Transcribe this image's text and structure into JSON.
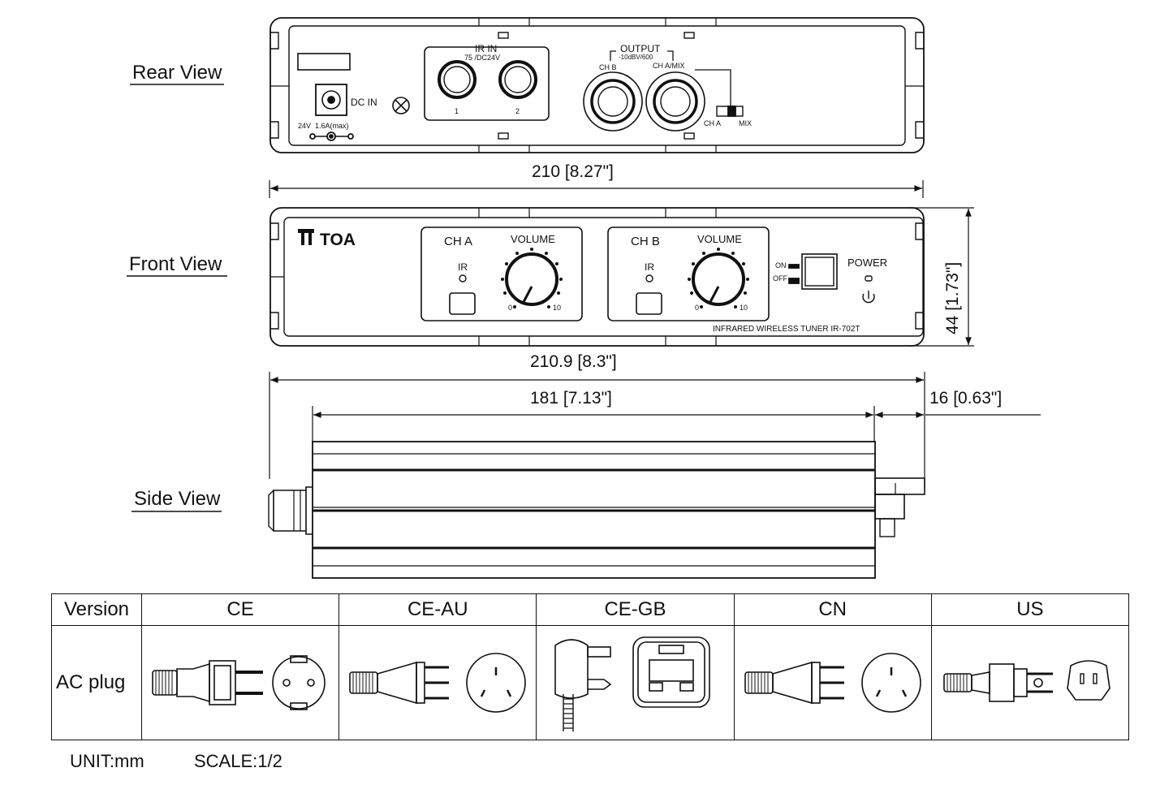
{
  "views": {
    "rear_label": "Rear View",
    "front_label": "Front View",
    "side_label": "Side View"
  },
  "rear": {
    "dc_in": "DC IN",
    "dc_rating_v": "24V",
    "dc_rating_a": "1.6A(max)",
    "ir_in": "IR IN",
    "ir_in_sub": "75 /DC24V",
    "ir_1": "1",
    "ir_2": "2",
    "output": "OUTPUT",
    "output_sub": "-10dBV/600",
    "ch_b": "CH B",
    "ch_a_mix": "CH A/MIX",
    "switch_ch_a": "CH A",
    "switch_mix": "MIX"
  },
  "front": {
    "brand": "TOA",
    "ch_a": "CH A",
    "ch_b": "CH B",
    "volume": "VOLUME",
    "ir": "IR",
    "knob_min": "0",
    "knob_max": "10",
    "on": "ON",
    "off": "OFF",
    "power": "POWER",
    "model": "INFRARED WIRELESS TUNER IR-702T"
  },
  "dimensions": {
    "width_rear": "210 [8.27\"]",
    "width_front": "210.9 [8.3\"]",
    "height": "44 [1.73\"]",
    "body_length": "181 [7.13\"]",
    "knob_depth": "16 [0.63\"]"
  },
  "plug_table": {
    "version_header": "Version",
    "row_label": "AC plug",
    "versions": [
      "CE",
      "CE-AU",
      "CE-GB",
      "CN",
      "US"
    ]
  },
  "footer": {
    "unit": "UNIT:mm",
    "scale": "SCALE:1/2"
  }
}
